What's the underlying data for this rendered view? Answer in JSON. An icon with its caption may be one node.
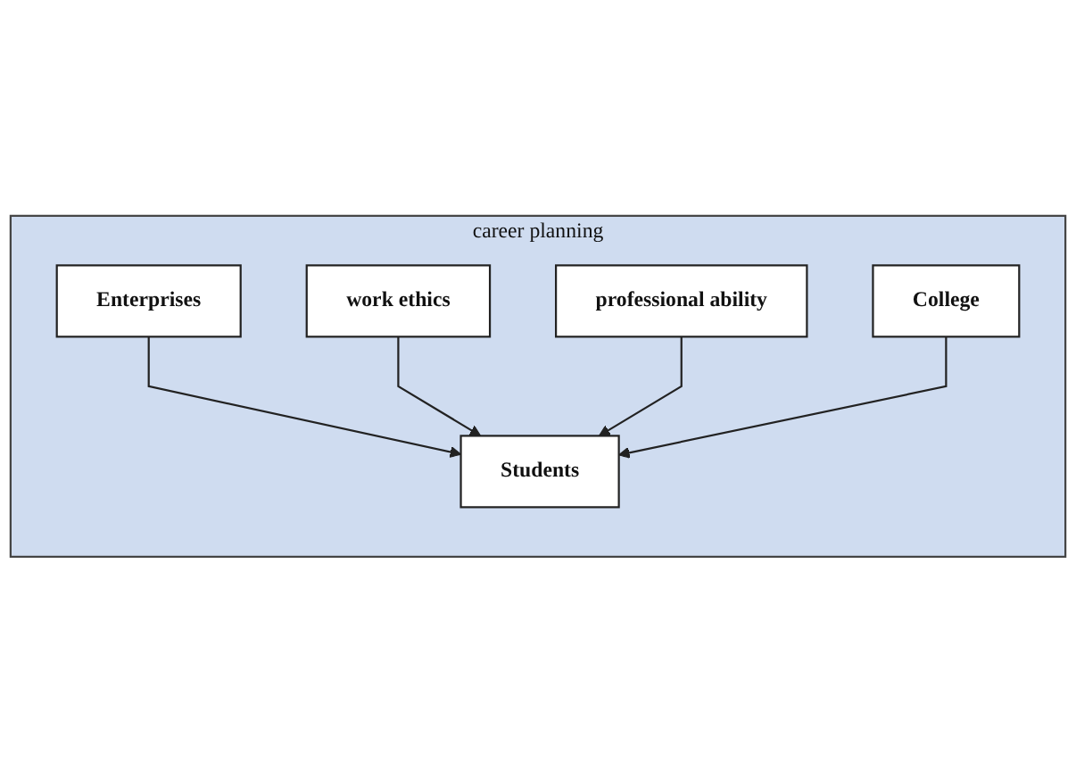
{
  "diagram": {
    "nodes": [
      {
        "text": [
          "career planning"
        ]
      },
      {
        "text": [
          "Enterprises"
        ],
        "in": 0
      },
      {
        "text": [
          "Students"
        ],
        "in": 0
      },
      {
        "text": [
          "work ethics"
        ],
        "in": 0
      },
      {
        "text": [
          "professional ability"
        ],
        "in": 0
      },
      {
        "text": [
          "College"
        ],
        "in": 0
      }
    ],
    "edges": [
      {
        "from": 1,
        "to": 2,
        "arrow": "to"
      },
      {
        "from": 3,
        "to": 2,
        "arrow": "to"
      },
      {
        "from": 4,
        "to": 2,
        "arrow": "to"
      },
      {
        "from": 5,
        "to": 2,
        "arrow": "to"
      }
    ]
  }
}
